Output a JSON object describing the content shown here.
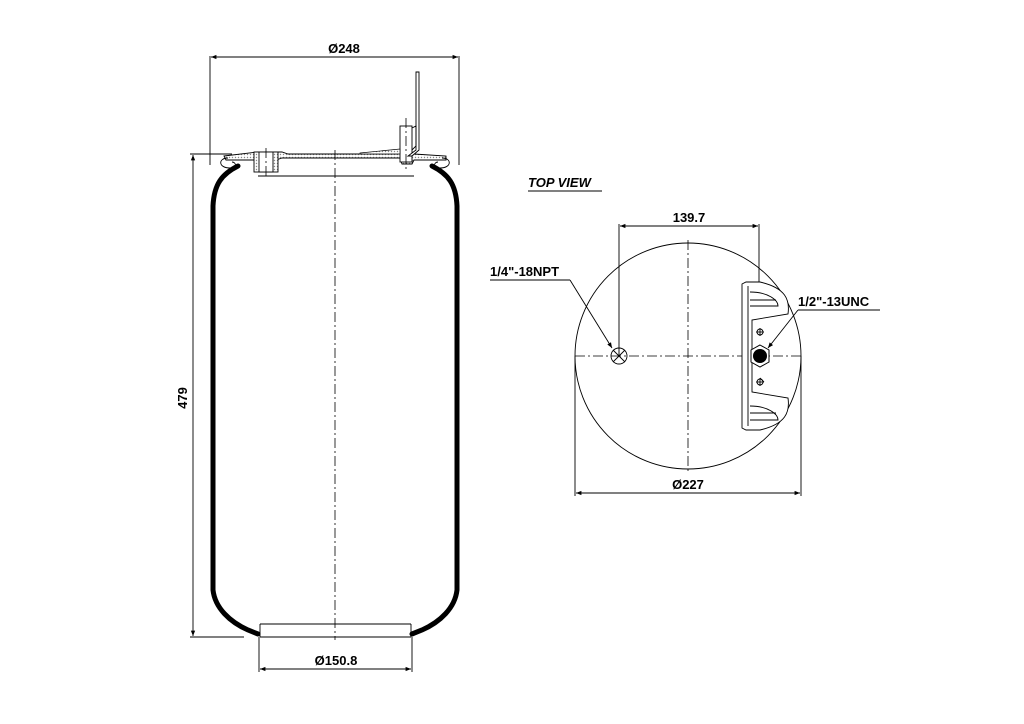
{
  "side_view": {
    "top_diameter": "Ø248",
    "height": "479",
    "bottom_diameter": "Ø150.8"
  },
  "top_view": {
    "title": "TOP VIEW",
    "bolt_spacing": "139.7",
    "diameter": "Ø227",
    "air_fitting_label": "1/4\"-18NPT",
    "stud_label": "1/2\"-13UNC"
  },
  "colors": {
    "line": "#000000",
    "background": "#ffffff"
  }
}
